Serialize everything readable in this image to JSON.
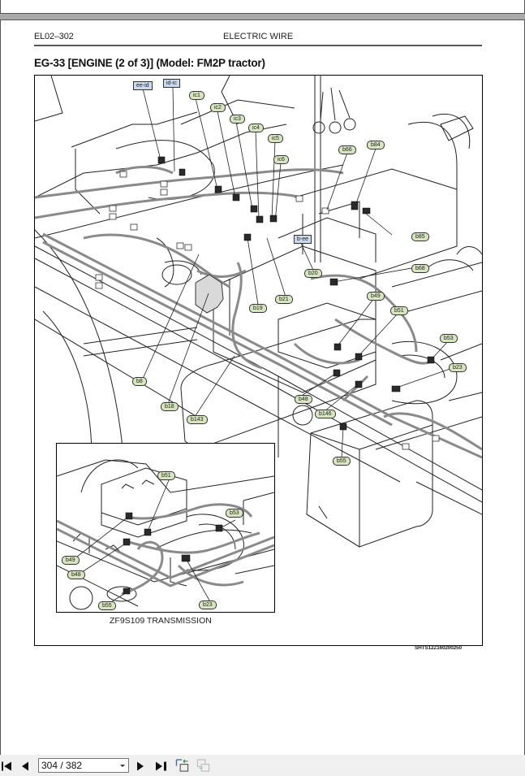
{
  "viewer": {
    "page_indicator": "304 / 382",
    "icons": {
      "first": "first-page-icon",
      "prev": "previous-page-icon",
      "next": "next-page-icon",
      "last": "last-page-icon",
      "fit": "fit-page-icon",
      "spread": "two-page-icon"
    }
  },
  "document": {
    "section_code": "EL02–302",
    "section_title": "ELECTRIC WIRE",
    "figure_title": "EG-33 [ENGINE (2 of 3)] (Model: FM2P tractor)",
    "figure_code": "SHTS12Z160200250",
    "inset_caption": "ZF9S109 TRANSMISSION"
  },
  "connectors_main": [
    {
      "id": "ee-id",
      "style": "box"
    },
    {
      "id": "id-ic",
      "style": "box"
    },
    {
      "id": "ic1",
      "style": "pill"
    },
    {
      "id": "ic2",
      "style": "pill"
    },
    {
      "id": "ic3",
      "style": "pill"
    },
    {
      "id": "ic4",
      "style": "pill"
    },
    {
      "id": "ic5",
      "style": "pill"
    },
    {
      "id": "ic6",
      "style": "pill"
    },
    {
      "id": "b66",
      "style": "pill"
    },
    {
      "id": "b84",
      "style": "pill"
    },
    {
      "id": "b85",
      "style": "pill"
    },
    {
      "id": "b-ee",
      "style": "box"
    },
    {
      "id": "b20",
      "style": "pill"
    },
    {
      "id": "b68",
      "style": "pill"
    },
    {
      "id": "b21",
      "style": "pill"
    },
    {
      "id": "b19",
      "style": "pill"
    },
    {
      "id": "b49",
      "style": "pill"
    },
    {
      "id": "b51",
      "style": "pill"
    },
    {
      "id": "b53",
      "style": "pill"
    },
    {
      "id": "b23",
      "style": "pill"
    },
    {
      "id": "b48",
      "style": "pill"
    },
    {
      "id": "b146",
      "style": "pill"
    },
    {
      "id": "b55",
      "style": "pill"
    },
    {
      "id": "b8",
      "style": "pill"
    },
    {
      "id": "b18",
      "style": "pill"
    },
    {
      "id": "b143",
      "style": "pill"
    }
  ],
  "connectors_inset": [
    {
      "id": "b51"
    },
    {
      "id": "b53"
    },
    {
      "id": "b49"
    },
    {
      "id": "b48"
    },
    {
      "id": "b55"
    },
    {
      "id": "b23"
    }
  ],
  "colors": {
    "tag_fill": "#d8e6c0",
    "box_tag_fill": "#c9d9ee",
    "harness_gray": "#8a8a8a",
    "connector_dark": "#2a2a2a"
  }
}
